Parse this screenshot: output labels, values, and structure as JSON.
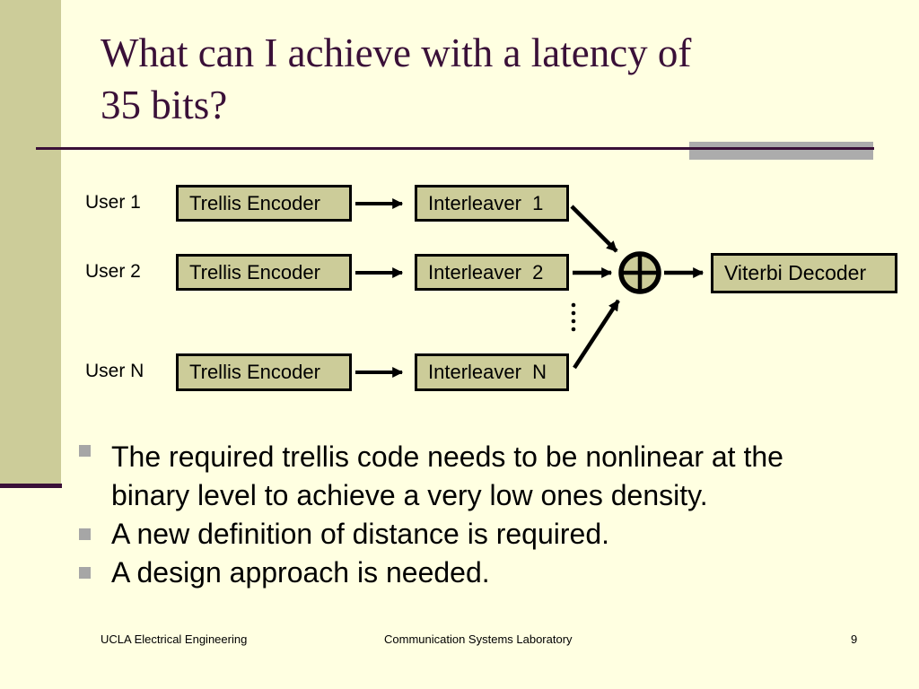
{
  "slide": {
    "title": "What can I achieve with a latency of\n35 bits?"
  },
  "diagram": {
    "rows": [
      {
        "user": "User 1",
        "encoder": "Trellis Encoder",
        "interleaver": "Interleaver  1"
      },
      {
        "user": "User 2",
        "encoder": "Trellis Encoder",
        "interleaver": "Interleaver  2"
      },
      {
        "user": "User N",
        "encoder": "Trellis Encoder",
        "interleaver": "Interleaver  N"
      }
    ],
    "decoder": "Viterbi Decoder",
    "icons": {
      "adder": "circled-plus",
      "ellipsis": "vertical-dots"
    }
  },
  "bullets": [
    {
      "text": "The required trellis code needs to be nonlinear at the\nbinary level to achieve a very low ones density."
    },
    {
      "text": "A new definition of distance is required."
    },
    {
      "text": "A design approach is needed."
    }
  ],
  "footer": {
    "left": "UCLA Electrical Engineering",
    "center": "Communication Systems Laboratory",
    "page": "9"
  },
  "colors": {
    "background": "#FFFFE1",
    "accent_khaki": "#CCCC99",
    "accent_plum": "#3A1038",
    "accent_gray": "#ACACAC",
    "bullet_gray": "#A6A6A6",
    "diagram_ink": "#000000"
  }
}
